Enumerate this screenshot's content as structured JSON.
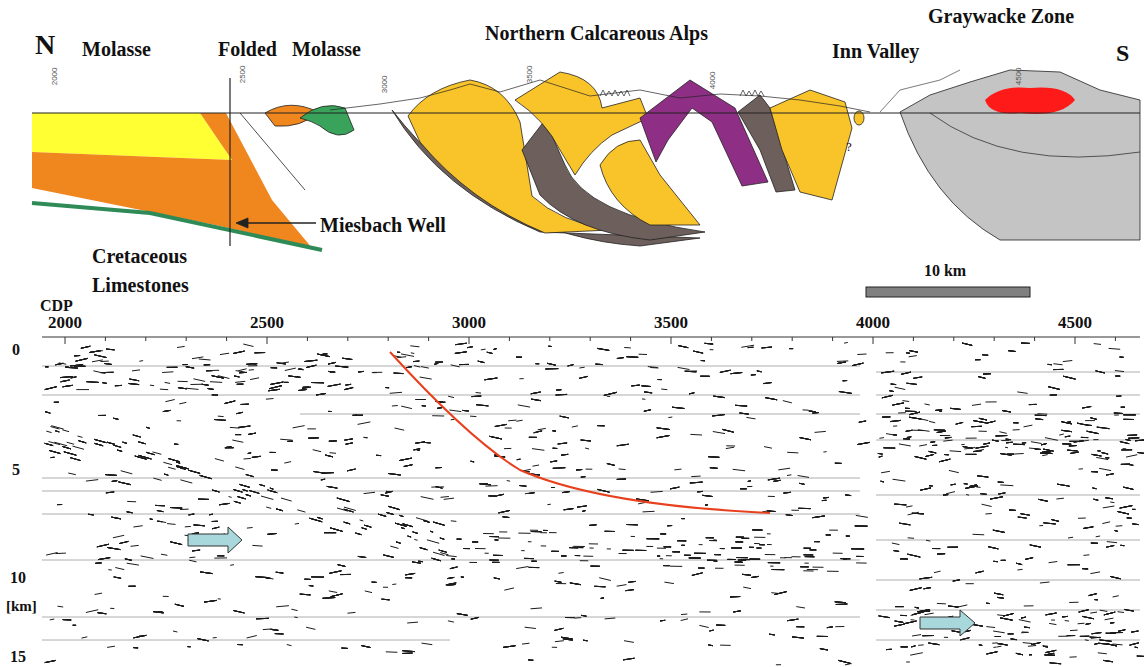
{
  "diagram": {
    "labels": [
      "N",
      "Molasse",
      "Folded",
      "Molasse",
      "Northern Calcareous Alps",
      "Inn Valley",
      "Graywacke Zone",
      "S",
      "Miesbach Well",
      "Cretaceous Limestones",
      "?",
      "10 km",
      "CDP",
      "2000",
      "2500",
      "3000",
      "3500",
      "4000",
      "4500",
      "0",
      "5",
      "10",
      "[km]",
      "15",
      "2000",
      "2500",
      "3000",
      "3500",
      "4000",
      "4500"
    ]
  }
}
